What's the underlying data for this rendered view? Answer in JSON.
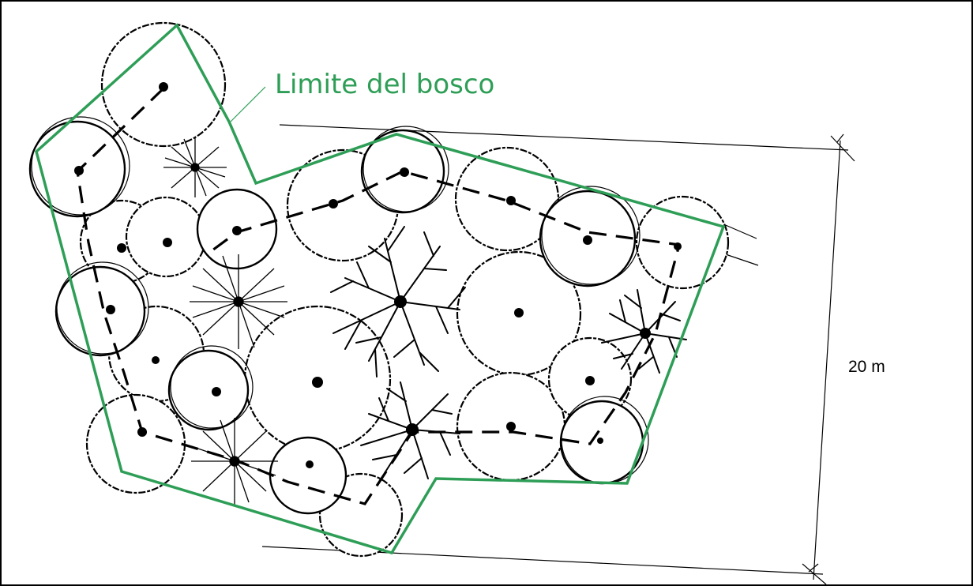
{
  "diagram": {
    "boundary_label": "Limite del bosco",
    "dimension_label": "20 m"
  },
  "colors": {
    "boundary": "#2e9e57",
    "ink": "#000000",
    "background": "#ffffff"
  },
  "legend": {
    "boundary_meaning": "forest edge polygon",
    "dashed_meaning": "dashed ring path connecting tree centers"
  }
}
